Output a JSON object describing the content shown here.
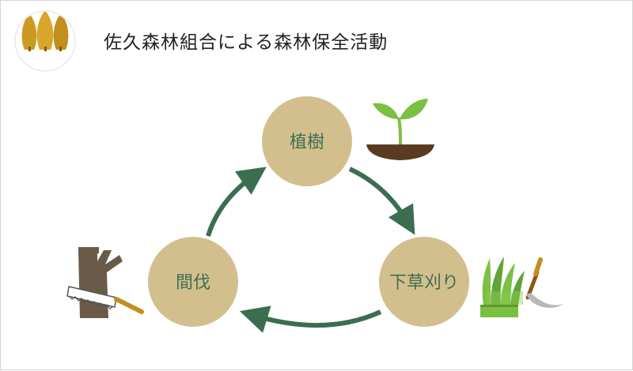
{
  "header": {
    "title": "佐久森林組合による森林保全活動",
    "logo_icon": "forest-trees-logo-icon"
  },
  "cycle": {
    "nodes": [
      {
        "label": "植樹",
        "icon": "seedling-icon"
      },
      {
        "label": "下草刈り",
        "icon": "grass-sickle-icon"
      },
      {
        "label": "間伐",
        "icon": "saw-stump-icon"
      }
    ]
  },
  "colors": {
    "node_fill": "#d3bf8e",
    "arrow": "#3b6e4f",
    "label": "#3f6e52",
    "logo_gold": "#cc9a23",
    "leaf_green": "#7bc043",
    "soil": "#5a3b22",
    "stump": "#6b5a48"
  }
}
